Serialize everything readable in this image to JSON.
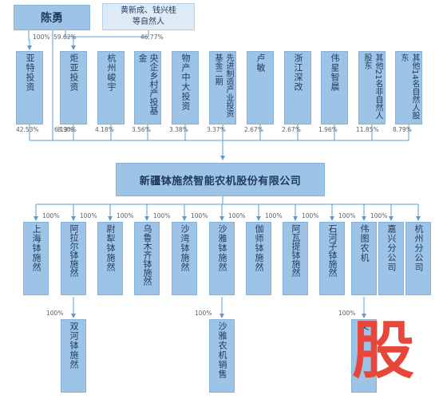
{
  "top": {
    "person": "陈勇",
    "holders": [
      "黄新成、钱兴桂",
      "等自然人"
    ],
    "pct_person_left": "100%",
    "pct_person_right": "59.62%",
    "pct_holders": "46.77%"
  },
  "shareholders": [
    {
      "label": "亚特投资",
      "pct": "42.53%"
    },
    {
      "label": "炬亚投资",
      "pct": "8.90%"
    },
    {
      "label": "杭州峻宇",
      "pct": "4.18%"
    },
    {
      "label": "央企乡村产投基金",
      "pct": "3.56%"
    },
    {
      "label": "物产中大投资",
      "pct": "3.38%"
    },
    {
      "label": "先进制造产业投资基金二期",
      "pct": "3.37%"
    },
    {
      "label": "卢敏",
      "pct": "2.67%"
    },
    {
      "label": "浙江深改",
      "pct": "2.67%"
    },
    {
      "label": "伟星智晨",
      "pct": "1.96%"
    },
    {
      "label": "其他21名非自然人股东",
      "pct": "11.85%"
    },
    {
      "label": "其他14名自然人股东",
      "pct": "8.79%"
    }
  ],
  "direct_pct": "6.13%",
  "company": "新疆钵施然智能农机股份有限公司",
  "subsidiaries": [
    {
      "label": "上海钵施然",
      "pct": "100%"
    },
    {
      "label": "阿拉尔钵施然",
      "pct": "100%"
    },
    {
      "label": "尉犁钵施然",
      "pct": "100%"
    },
    {
      "label": "乌鲁木齐钵施然",
      "pct": "100%"
    },
    {
      "label": "沙湾钵施然",
      "pct": "100%"
    },
    {
      "label": "沙雅钵施然",
      "pct": "100%"
    },
    {
      "label": "伽师钵施然",
      "pct": "100%"
    },
    {
      "label": "阿瓦提钵施然",
      "pct": "100%"
    },
    {
      "label": "石河子钵施然",
      "pct": "100%"
    },
    {
      "label": "伟图农机",
      "pct": "100%"
    },
    {
      "label": "嘉兴分公司",
      "pct": ""
    },
    {
      "label": "杭州分公司",
      "pct": ""
    }
  ],
  "third_level": [
    {
      "label": "双河钵施然",
      "pct": "100%"
    },
    {
      "label": "沙雅农机销售",
      "pct": "100%"
    },
    {
      "label": "文",
      "pct": "100%"
    }
  ],
  "watermark": "股",
  "colors": {
    "node": "#9dc3e6",
    "pale": "#deebf7",
    "line": "#5b9bd5",
    "text": "#1f3a5c",
    "watermark": "#e8463a"
  }
}
